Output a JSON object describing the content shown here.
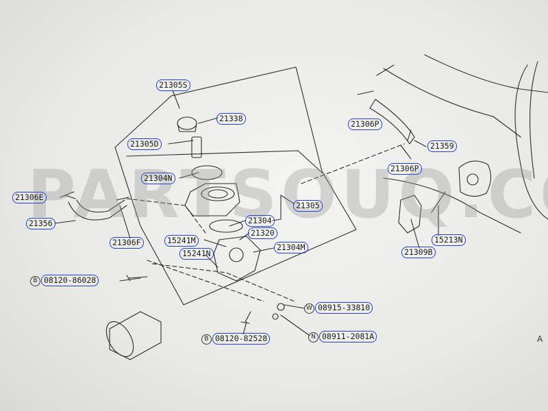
{
  "watermark": "PARTSOUQ.COM",
  "corner_letter": "A",
  "colors": {
    "callout_border": "#1f3fd6",
    "line": "#2a2a2a"
  },
  "parts": {
    "p21305s": "21305S",
    "p21338": "21338",
    "p21305d": "21305D",
    "p21304n_top": "21304N",
    "p21305": "21305",
    "p21304": "21304",
    "p21320": "21320",
    "p15241m": "15241M",
    "p21304m": "21304M",
    "p15241n": "15241N",
    "p08120_86028": "08120-86028",
    "p08915_33810": "08915-33810",
    "p08120_82528": "08120-82528",
    "p08911_2081a": "08911-2081A",
    "p21306p_right_top": "21306P",
    "p21359": "21359",
    "p21306p_right_mid": "21306P",
    "p21306e_left": "21306E",
    "p21356": "21356",
    "p21306f": "21306F",
    "p15213n": "15213N",
    "p21309b": "21309B"
  },
  "prefixes": {
    "b1": "B",
    "b2": "B",
    "w": "W",
    "n": "N"
  }
}
